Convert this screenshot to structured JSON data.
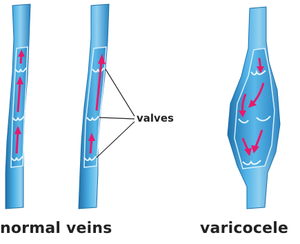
{
  "labels": {
    "valves": "valves",
    "normal_veins": "normal veins",
    "varicocele": "varicocele"
  },
  "colors": {
    "vein_fill": "#3fa0d8",
    "vein_dark": "#1f6fa8",
    "vein_light": "#8fd0f0",
    "vein_inner": "#2a85c2",
    "blood_flow": "#e8196c",
    "leader_line": "#222222"
  }
}
